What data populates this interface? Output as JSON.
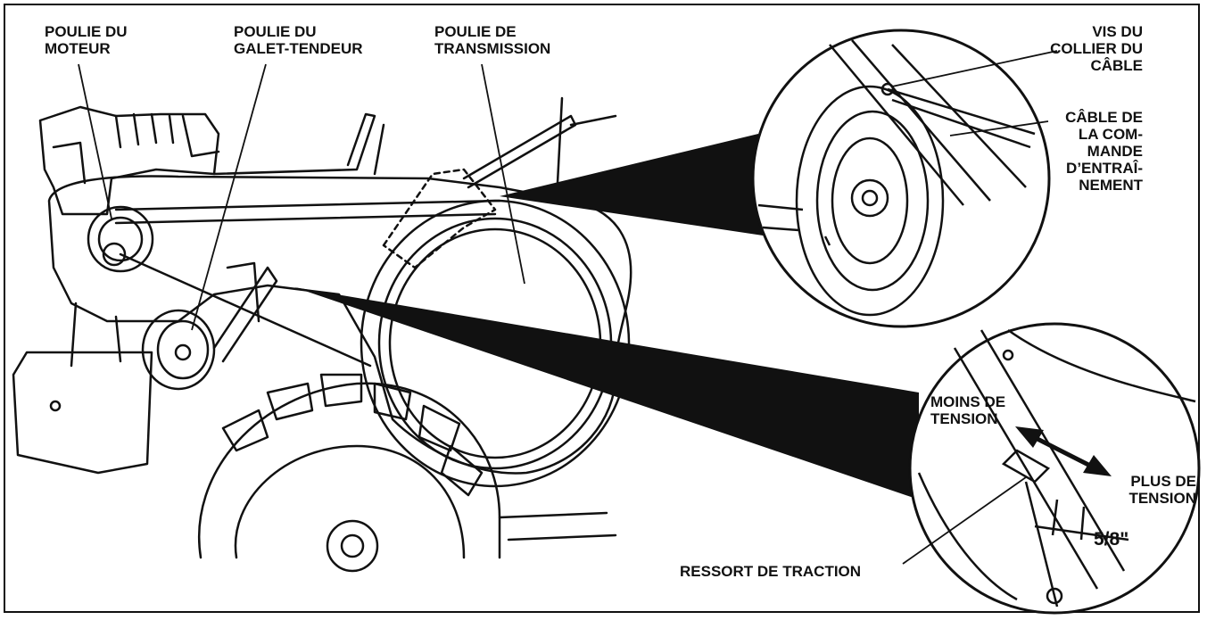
{
  "labels": {
    "engine_pulley": "POULIE DU\nMOTEUR",
    "idler_pulley": "POULIE DU\nGALET-TENDEUR",
    "transmission_pulley": "POULIE DE\nTRANSMISSION",
    "cable_clamp_screw": "VIS DU\nCOLLIER DU\nCÂBLE",
    "drive_control_cable": "CÂBLE DE\nLA COM-\nMANDE\nD’ENTRAÎ-\nNEMENT",
    "less_tension": "MOINS DE\nTENSION",
    "more_tension": "PLUS DE\nTENSION",
    "spring_length": "5/8\"",
    "traction_spring": "RESSORT DE TRACTION"
  }
}
